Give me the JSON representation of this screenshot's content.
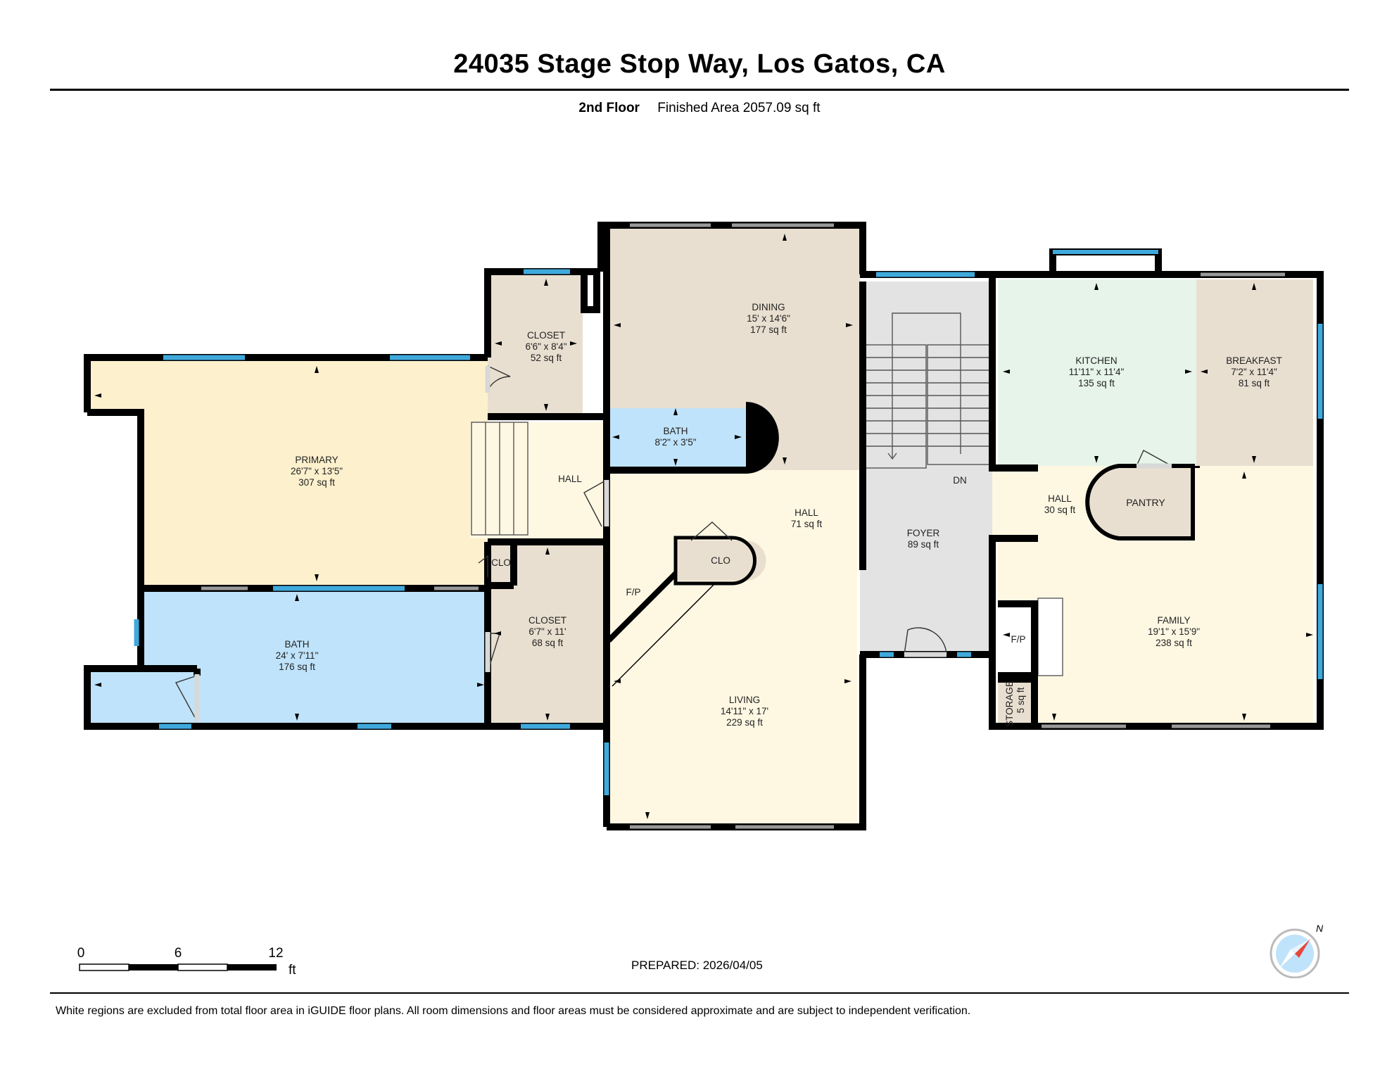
{
  "header": {
    "title": "24035 Stage Stop Way, Los Gatos, CA",
    "floor": "2nd Floor",
    "area": "Finished Area 2057.09 sq ft"
  },
  "rooms": {
    "primary": {
      "name": "PRIMARY",
      "dims": "26'7\" x 13'5\"",
      "area": "307 sq ft"
    },
    "closet1": {
      "name": "CLOSET",
      "dims": "6'6\" x 8'4\"",
      "area": "52 sq ft"
    },
    "dining": {
      "name": "DINING",
      "dims": "15' x 14'6\"",
      "area": "177 sq ft"
    },
    "bath_small": {
      "name": "BATH",
      "dims": "8'2\" x 3'5\""
    },
    "hall_small": {
      "name": "HALL"
    },
    "hall_main": {
      "name": "HALL",
      "area": "71 sq ft"
    },
    "clo_small": {
      "name": "CLO"
    },
    "clo_round": {
      "name": "CLO"
    },
    "fp_left": {
      "name": "F/P"
    },
    "bath_big": {
      "name": "BATH",
      "dims": "24' x 7'11\"",
      "area": "176 sq ft"
    },
    "closet2": {
      "name": "CLOSET",
      "dims": "6'7\" x 11'",
      "area": "68 sq ft"
    },
    "living": {
      "name": "LIVING",
      "dims": "14'11\" x 17'",
      "area": "229 sq ft"
    },
    "foyer": {
      "name": "FOYER",
      "area": "89 sq ft"
    },
    "stairs_dn": {
      "name": "DN"
    },
    "kitchen": {
      "name": "KITCHEN",
      "dims": "11'11\" x 11'4\"",
      "area": "135 sq ft"
    },
    "breakfast": {
      "name": "BREAKFAST",
      "dims": "7'2\" x 11'4\"",
      "area": "81 sq ft"
    },
    "hall_right": {
      "name": "HALL",
      "area": "30 sq ft"
    },
    "pantry": {
      "name": "PANTRY"
    },
    "family": {
      "name": "FAMILY",
      "dims": "19'1\" x 15'9\"",
      "area": "238 sq ft"
    },
    "fp_right": {
      "name": "F/P"
    },
    "storage": {
      "name": "STORAGE",
      "area": "5 sq ft"
    }
  },
  "scale": {
    "t0": "0",
    "t1": "6",
    "t2": "12",
    "unit": "ft"
  },
  "compass": {
    "label": "N"
  },
  "footer": {
    "prepared": "PREPARED: 2026/04/05",
    "disclaimer": "White regions are excluded from total floor area in iGUIDE floor plans. All room dimensions and floor areas must be considered approximate and are subject to independent verification."
  },
  "colors": {
    "primary": "#fdf0cd",
    "closet": "#e9dfd0",
    "bath": "#bfe3fa",
    "hall": "#fef8e3",
    "foyer": "#e3e3e3",
    "kitchen": "#e6f4ea",
    "window": "#3fa9dc",
    "wall": "#000000"
  }
}
